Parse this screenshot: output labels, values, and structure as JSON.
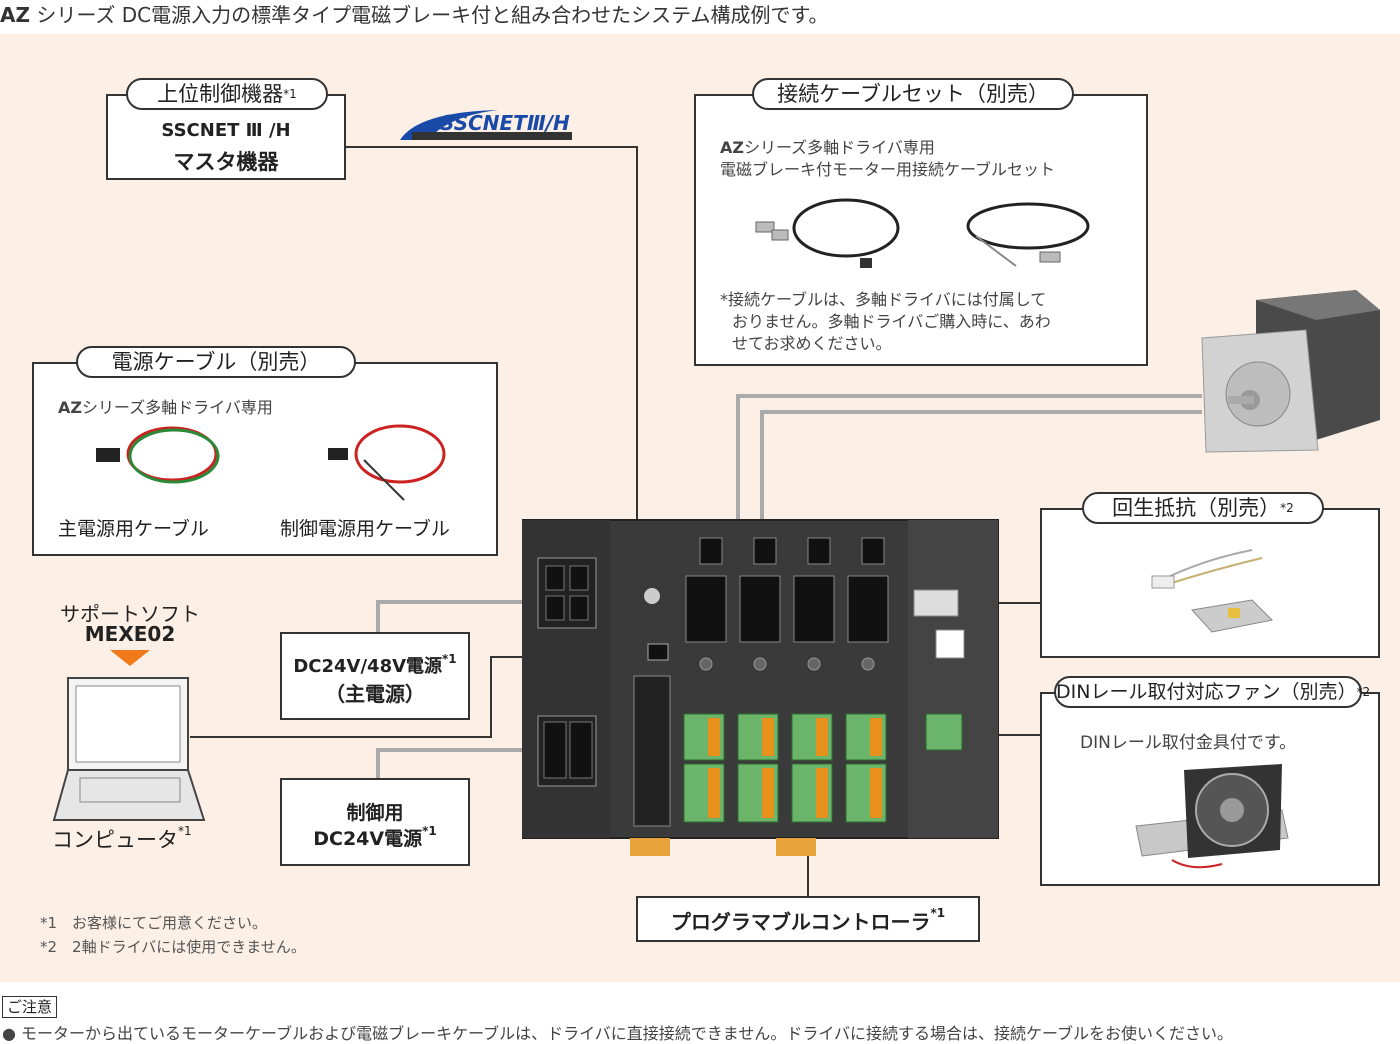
{
  "caption": {
    "bold": "AZ",
    "text": " シリーズ DC電源入力の標準タイプ電磁ブレーキ付と組み合わせたシステム構成例です。"
  },
  "host": {
    "title": "上位制御機器",
    "sup": "*1",
    "line1": "SSCNET Ⅲ /H",
    "line2": "マスタ機器"
  },
  "sscnet_logo": {
    "text": "SSCNETⅢ/H"
  },
  "cable_set": {
    "title": "接続ケーブルセット（別売）",
    "desc_bold": "AZ",
    "desc1": "シリーズ多軸ドライバ専用",
    "desc2": "電磁ブレーキ付モーター用接続ケーブルセット",
    "note1": "*接続ケーブルは、多軸ドライバには付属して",
    "note2": "おりません。多軸ドライバご購入時に、あわ",
    "note3": "せてお求めください。"
  },
  "power_cable": {
    "title": "電源ケーブル（別売）",
    "desc_bold": "AZ",
    "desc": "シリーズ多軸ドライバ専用",
    "label_main": "主電源用ケーブル",
    "label_ctrl": "制御電源用ケーブル"
  },
  "software": {
    "line1": "サポートソフト",
    "line2": "MEXE02"
  },
  "computer": {
    "label": "コンピュータ",
    "sup": "*1"
  },
  "main_power": {
    "line1": "DC24V/48V電源",
    "sup": "*1",
    "line2": "（主電源）"
  },
  "ctrl_power": {
    "line1": "制御用",
    "line2": "DC24V電源",
    "sup": "*1"
  },
  "plc": {
    "label": "プログラマブルコントローラ",
    "sup": "*1"
  },
  "regen": {
    "title": "回生抵抗（別売）",
    "sup": "*2"
  },
  "fan": {
    "title": "DINレール取付対応ファン（別売）",
    "sup": "*2",
    "desc": "DINレール取付金具付です。"
  },
  "notes": {
    "n1": "*1　お客様にてご用意ください。",
    "n2": "*2　2軸ドライバには使用できません。"
  },
  "caution": {
    "label": "ご注意",
    "text": "● モーターから出ているモーターケーブルおよび電磁ブレーキケーブルは、ドライバに直接接続できません。ドライバに接続する場合は、接続ケーブルをお使いください。"
  },
  "colors": {
    "panel": "#fbefe6",
    "line": "#333333",
    "grey_line": "#aaaaaa",
    "driver": "#3a3a3a",
    "terminal": "#6ab56a",
    "connector_orange": "#e8901c",
    "arrow": "#f07a1a",
    "motor_face": "#cfcfcf"
  },
  "icons": [
    "driver-unit-image",
    "motor-image",
    "laptop-icon",
    "cable-image",
    "resistor-image",
    "fan-image",
    "arrow-down-icon"
  ]
}
